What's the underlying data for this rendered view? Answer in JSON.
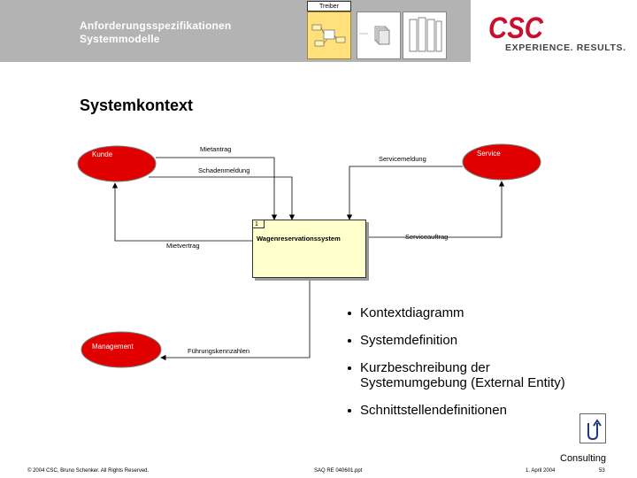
{
  "header": {
    "title_lines": [
      "Anforderungsspezifikationen",
      "Systemmodelle"
    ],
    "treiber_label": "Treiber"
  },
  "brand": {
    "logo_text": "CSC",
    "slogan": "EXPERIENCE. RESULTS.",
    "logo_color": "#c8102e"
  },
  "page_title": "Systemkontext",
  "diagram": {
    "actors": [
      "Kunde",
      "Service",
      "Management"
    ],
    "system": {
      "number": "1",
      "name": "Wagenreservationssystem"
    },
    "flows": [
      "Mietantrag",
      "Schadenmeldung",
      "Mietvertrag",
      "Servicemeldung",
      "Serviceauftrag",
      "Führungskennzahlen"
    ]
  },
  "bullets": [
    "Kontextdiagramm",
    "Systemdefinition",
    "Kurzbeschreibung der",
    "Systemumgebung (External Entity)",
    "Schnittstellendefinitionen"
  ],
  "footer": {
    "consulting": "Consulting",
    "copyright": "© 2004 CSC, Bruno Schenker. All Rights Reserved.",
    "document": "SAQ RE 040601.ppt",
    "date": "1. April 2004",
    "page": "53"
  },
  "colors": {
    "header_gray": "#b3b3b3",
    "actor_red": "#e00000",
    "system_fill": "#ffffcc"
  }
}
